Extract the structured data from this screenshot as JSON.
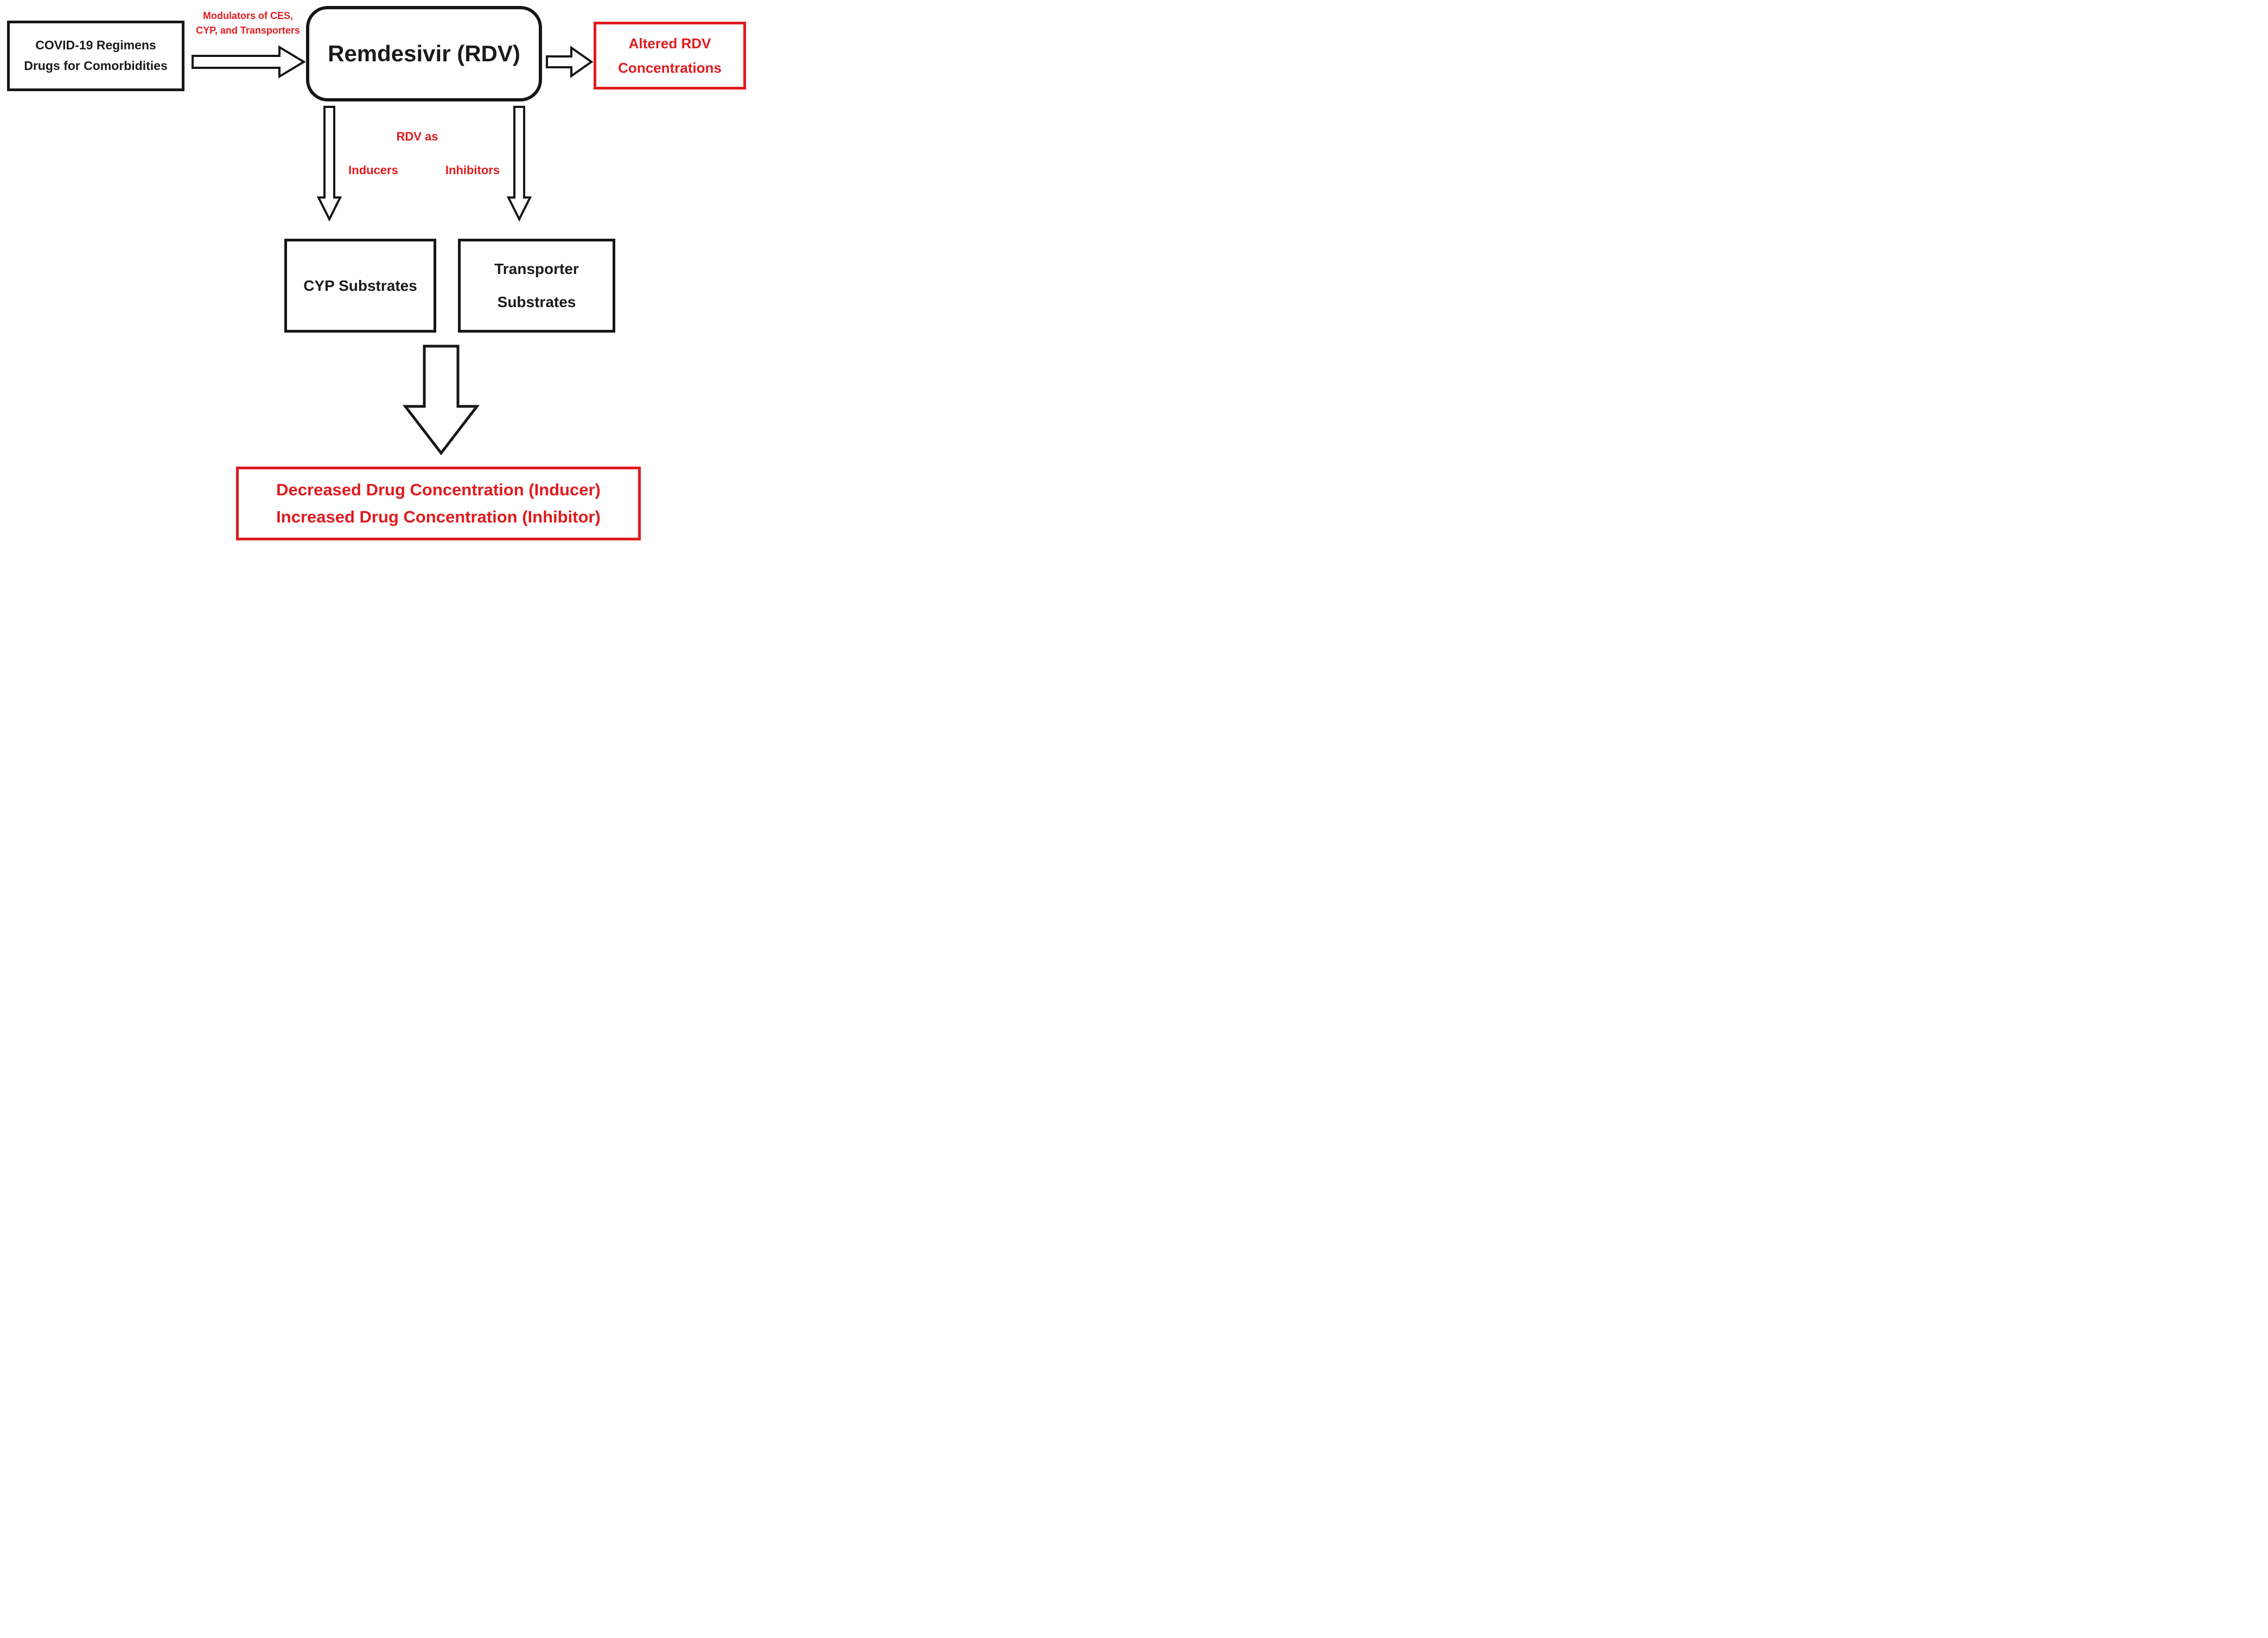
{
  "figure": {
    "type": "flow-diagram",
    "title_semantic": "Remdesivir drug-drug interaction mechanisms",
    "covid_box": {
      "line1": "COVID-19 Regimens",
      "line2": "Drugs for Comorbidities"
    },
    "modulators_label": {
      "line1": "Modulators of CES,",
      "line2": "CYP, and Transporters"
    },
    "rdv_box": {
      "label": "Remdesivir (RDV)"
    },
    "altered_box": {
      "line1": "Altered RDV",
      "line2": "Concentrations"
    },
    "rdv_as_label": "RDV as",
    "inducers_label": "Inducers",
    "inhibitors_label": "Inhibitors",
    "cyp_box": {
      "label": "CYP Substrates"
    },
    "transporter_box": {
      "line1": "Transporter",
      "line2": "Substrates"
    },
    "outcome_box": {
      "line1": "Decreased Drug Concentration (Inducer)",
      "line2": "Increased Drug Concentration (Inhibitor)"
    },
    "arrows": [
      {
        "name": "modulators-arrow",
        "direction": "right",
        "from": "covid_box",
        "to": "rdv_box"
      },
      {
        "name": "altered-arrow",
        "direction": "right",
        "from": "rdv_box",
        "to": "altered_box"
      },
      {
        "name": "inducer-arrow",
        "direction": "down",
        "from": "rdv_box",
        "to": "cyp_box"
      },
      {
        "name": "inhibitor-arrow",
        "direction": "down",
        "from": "rdv_box",
        "to": "transporter_box"
      },
      {
        "name": "outcome-arrow",
        "direction": "down",
        "from": "substrate_boxes",
        "to": "outcome_box"
      }
    ],
    "colors": {
      "accent_red": "#e01b1e",
      "line_black": "#161616",
      "background": "#ffffff"
    }
  }
}
